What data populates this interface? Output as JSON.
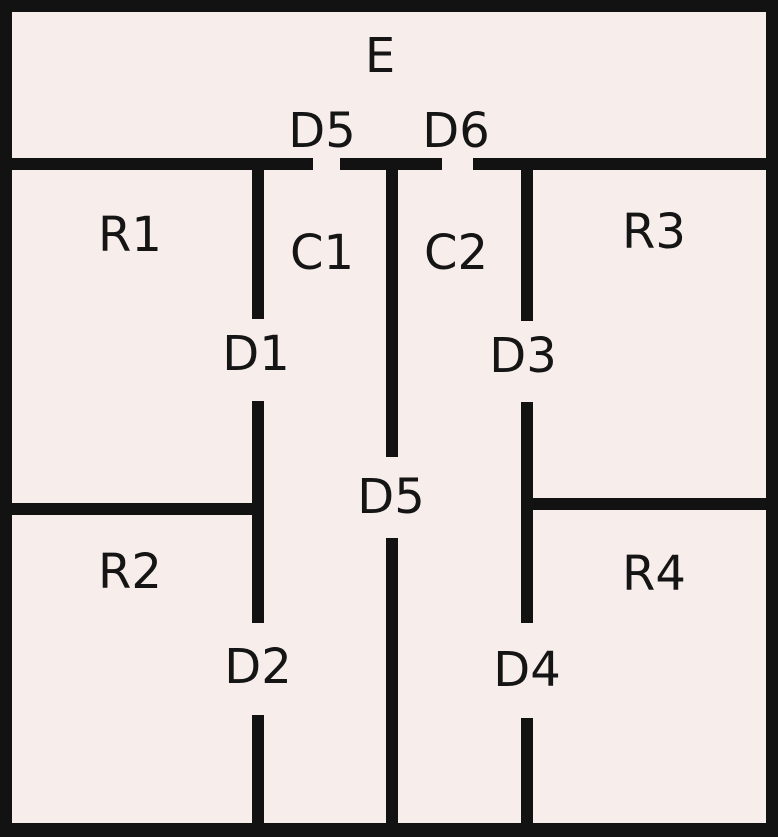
{
  "diagram": {
    "kind": "floor-plan",
    "colors": {
      "background": "#f7edeb",
      "wall": "#121212",
      "text": "#151515"
    },
    "rooms": {
      "e": "E",
      "r1": "R1",
      "r2": "R2",
      "r3": "R3",
      "r4": "R4",
      "c1": "C1",
      "c2": "C2"
    },
    "doors": {
      "d1": "D1",
      "d2": "D2",
      "d3": "D3",
      "d4": "D4",
      "d5_top": "D5",
      "d5_center": "D5",
      "d6": "D6"
    }
  }
}
